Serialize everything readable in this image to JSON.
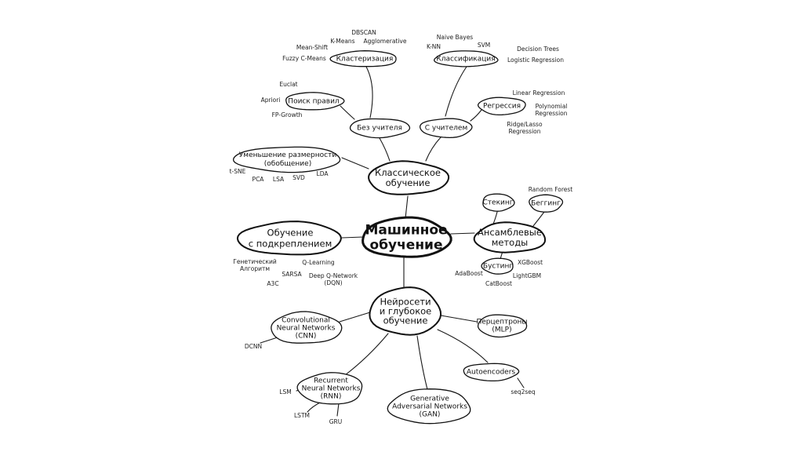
{
  "root": {
    "lines": [
      "Машинное",
      "обучение"
    ]
  },
  "branches": {
    "classic": {
      "lines": [
        "Классическое",
        "обучение"
      ]
    },
    "unsupervised": {
      "lines": [
        "Без учителя"
      ]
    },
    "supervised": {
      "lines": [
        "С учителем"
      ]
    },
    "clustering": {
      "lines": [
        "Кластеризация"
      ]
    },
    "classification": {
      "lines": [
        "Классификация"
      ]
    },
    "rules": {
      "lines": [
        "Поиск правил"
      ]
    },
    "regression": {
      "lines": [
        "Регрессия"
      ]
    },
    "dimred": {
      "lines": [
        "Уменьшение размерности",
        "(обобщение)"
      ]
    },
    "rl": {
      "lines": [
        "Обучение",
        "с подкреплением"
      ]
    },
    "ensemble": {
      "lines": [
        "Ансамблевые",
        "методы"
      ]
    },
    "stacking": {
      "lines": [
        "Стекинг"
      ]
    },
    "bagging": {
      "lines": [
        "Беггинг"
      ]
    },
    "boosting": {
      "lines": [
        "Бустинг"
      ]
    },
    "nn": {
      "lines": [
        "Нейросети",
        "и глубокое",
        "обучение"
      ]
    },
    "cnn": {
      "lines": [
        "Convolutional",
        "Neural Networks",
        "(CNN)"
      ]
    },
    "perceptron": {
      "lines": [
        "Перцептроны",
        "(MLP)"
      ]
    },
    "autoenc": {
      "lines": [
        "Autoencoders"
      ]
    },
    "rnn": {
      "lines": [
        "Recurrent",
        "Neural Networks",
        "(RNN)"
      ]
    },
    "gan": {
      "lines": [
        "Generative",
        "Adversarial Networks",
        "(GAN)"
      ]
    }
  },
  "leaves": {
    "dbscan": [
      "DBSCAN"
    ],
    "kmeans": [
      "K-Means"
    ],
    "agglomerative": [
      "Agglomerative"
    ],
    "meanshift": [
      "Mean-Shift"
    ],
    "fuzzy": [
      "Fuzzy C-Means"
    ],
    "naivebayes": [
      "Naive Bayes"
    ],
    "svm": [
      "SVM"
    ],
    "knn": [
      "K-NN"
    ],
    "dtrees": [
      "Decision Trees"
    ],
    "logreg": [
      "Logistic Regression"
    ],
    "eclat": [
      "Euclat"
    ],
    "apriori": [
      "Apriori"
    ],
    "fpgrowth": [
      "FP-Growth"
    ],
    "linreg": [
      "Linear Regression"
    ],
    "polyreg": [
      "Polynomial",
      "Regression"
    ],
    "ridge": [
      "Ridge/Lasso",
      "Regression"
    ],
    "tsne": [
      "t-SNE"
    ],
    "pca": [
      "PCA"
    ],
    "lsa": [
      "LSA"
    ],
    "svd": [
      "SVD"
    ],
    "lda": [
      "LDA"
    ],
    "genetic": [
      "Генетический",
      "Алгоритм"
    ],
    "qlearning": [
      "Q-Learning"
    ],
    "sarsa": [
      "SARSA"
    ],
    "dqn": [
      "Deep Q-Network",
      "(DQN)"
    ],
    "a3c": [
      "A3C"
    ],
    "randomforest": [
      "Random Forest"
    ],
    "xgboost": [
      "XGBoost"
    ],
    "adaboost": [
      "AdaBoost"
    ],
    "lightgbm": [
      "LightGBM"
    ],
    "catboost": [
      "CatBoost"
    ],
    "dcnn": [
      "DCNN"
    ],
    "seq2seq": [
      "seq2seq"
    ],
    "lsm": [
      "LSM"
    ],
    "lstm": [
      "LSTM"
    ],
    "gru": [
      "GRU"
    ]
  }
}
